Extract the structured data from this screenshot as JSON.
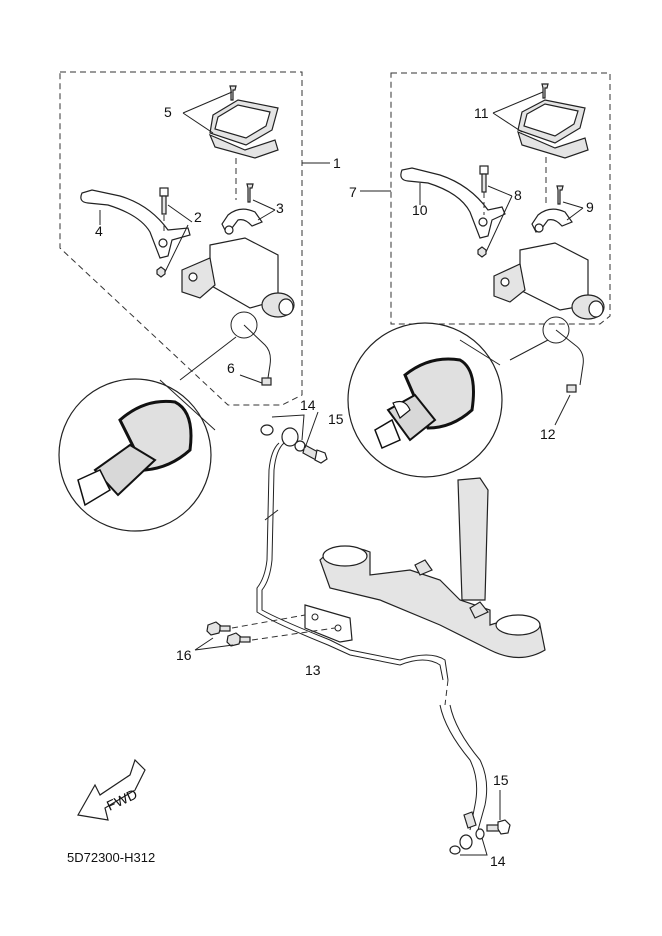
{
  "diagram": {
    "title": "Front master cylinder exploded parts diagram",
    "drawing_code": "5D72300-H312",
    "fwd_label": "FWD",
    "callouts": [
      {
        "id": "1",
        "text": "1"
      },
      {
        "id": "2",
        "text": "2"
      },
      {
        "id": "3",
        "text": "3"
      },
      {
        "id": "4",
        "text": "4"
      },
      {
        "id": "5",
        "text": "5"
      },
      {
        "id": "6",
        "text": "6"
      },
      {
        "id": "7",
        "text": "7"
      },
      {
        "id": "8",
        "text": "8"
      },
      {
        "id": "9",
        "text": "9"
      },
      {
        "id": "10",
        "text": "10"
      },
      {
        "id": "11",
        "text": "11"
      },
      {
        "id": "12",
        "text": "12"
      },
      {
        "id": "13",
        "text": "13"
      },
      {
        "id": "14a",
        "text": "14"
      },
      {
        "id": "15a",
        "text": "15"
      },
      {
        "id": "16",
        "text": "16"
      },
      {
        "id": "15b",
        "text": "15"
      },
      {
        "id": "14b",
        "text": "14"
      }
    ]
  }
}
